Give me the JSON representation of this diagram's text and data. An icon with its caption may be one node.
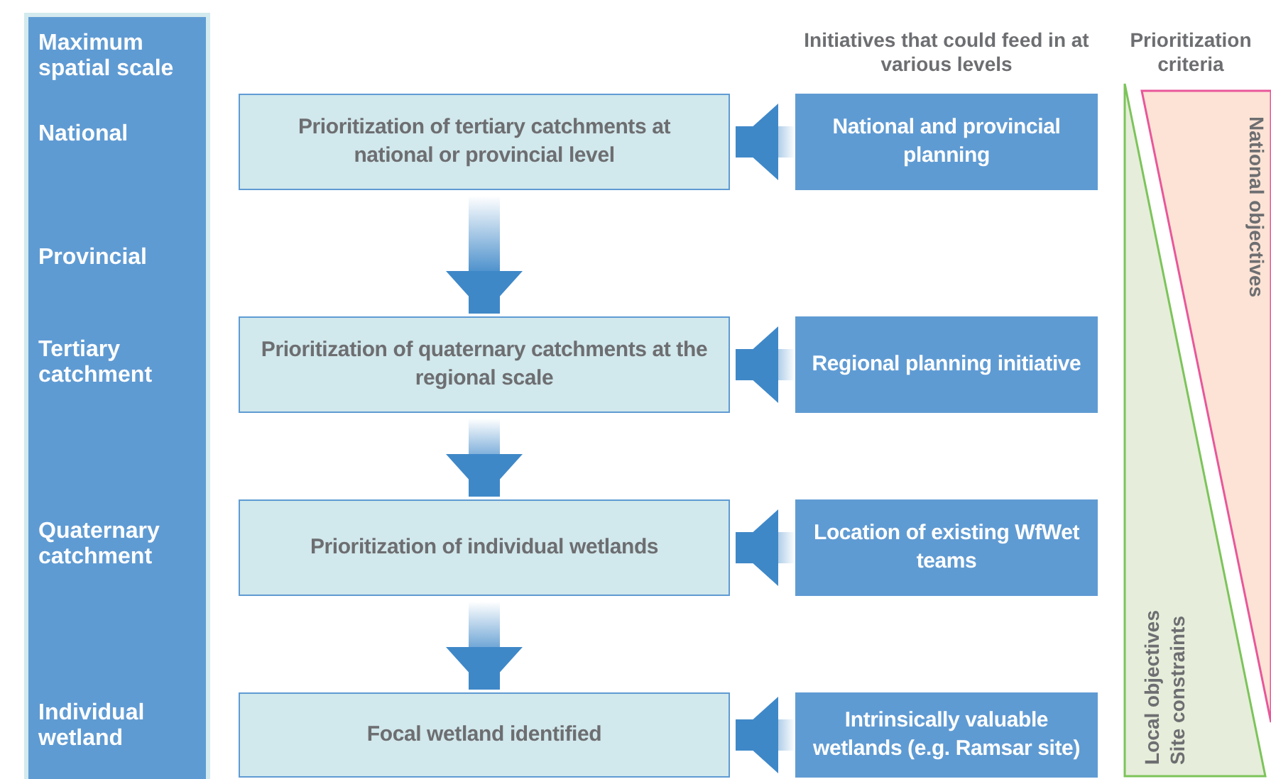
{
  "diagram": {
    "nodes": [
      {
        "text": [
          "Maximum spatial scale",
          "National",
          "Provincial",
          "Tertiary catchment",
          "Quaternary catchment",
          "Individual wetland"
        ]
      },
      {
        "text": [
          "Prioritization of tertiary catchments at national or provincial level"
        ]
      },
      {
        "text": [
          "Prioritization of quaternary catchments at the regional scale"
        ]
      },
      {
        "text": [
          "Prioritization of individual wetlands"
        ]
      },
      {
        "text": [
          "Focal wetland identified"
        ]
      },
      {
        "text": [
          "National and provincial planning"
        ]
      },
      {
        "text": [
          "Regional planning initiative"
        ]
      },
      {
        "text": [
          "Location of existing WfWet teams"
        ]
      },
      {
        "text": [
          "Intrinsically valuable wetlands (e.g. Ramsar site)"
        ]
      },
      {
        "text": [
          "National objectives"
        ]
      },
      {
        "text": [
          "Site constraints",
          "Local objectives"
        ]
      }
    ],
    "edges": [
      {
        "from": 1,
        "to": 2,
        "arrow": "to"
      },
      {
        "from": 2,
        "to": 3,
        "arrow": "to"
      },
      {
        "from": 3,
        "to": 4,
        "arrow": "to"
      },
      {
        "from": 5,
        "to": 1,
        "arrow": "to"
      },
      {
        "from": 6,
        "to": 2,
        "arrow": "to"
      },
      {
        "from": 7,
        "to": 3,
        "arrow": "to"
      },
      {
        "from": 8,
        "to": 4,
        "arrow": "to"
      }
    ],
    "labels": [
      "Initiatives that could feed in at various levels",
      "Prioritization criteria"
    ]
  }
}
